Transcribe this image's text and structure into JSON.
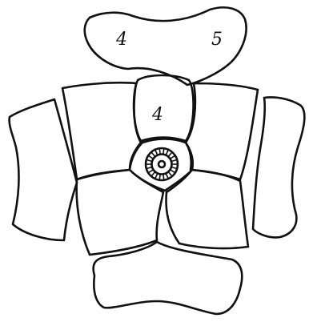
{
  "figure": {
    "labels": {
      "top_plate_left": "4",
      "top_plate_right": "5",
      "upper_center_plate": "4"
    },
    "colors": {
      "stroke": "#111111",
      "background": "#ffffff"
    }
  }
}
